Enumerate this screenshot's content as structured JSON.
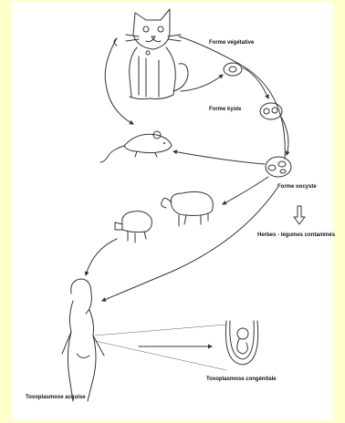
{
  "labels": {
    "vegetative": "Forme végétative",
    "cyst": "Forme kyste",
    "oocyst": "Forme oocyste",
    "contamination": "Herbes - légumes contaminés",
    "acquired": "Toxoplasmose acquise",
    "congenital": "Toxoplasmose congénitale"
  }
}
